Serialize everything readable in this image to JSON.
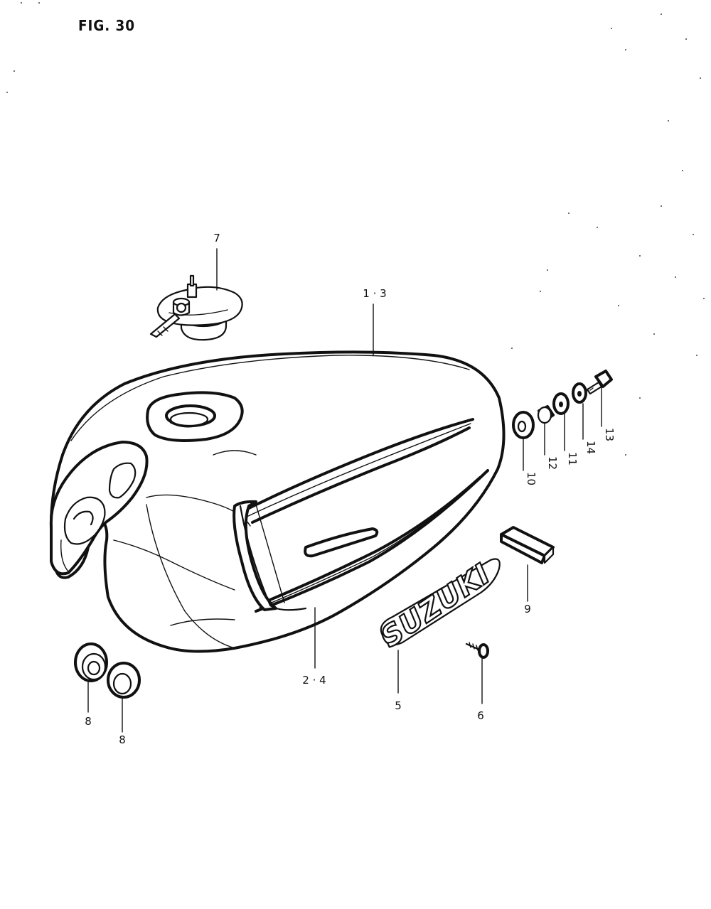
{
  "figure": {
    "title": "FIG. 30"
  },
  "callouts": {
    "c1": "1 · 3",
    "c2": "2 · 4",
    "c5": "5",
    "c6": "6",
    "c7": "7",
    "c8a": "8",
    "c8b": "8",
    "c9": "9",
    "c10": "10",
    "c11": "11",
    "c12": "12",
    "c13": "13",
    "c14": "14"
  },
  "emblem": {
    "text": "SUZUKI"
  }
}
